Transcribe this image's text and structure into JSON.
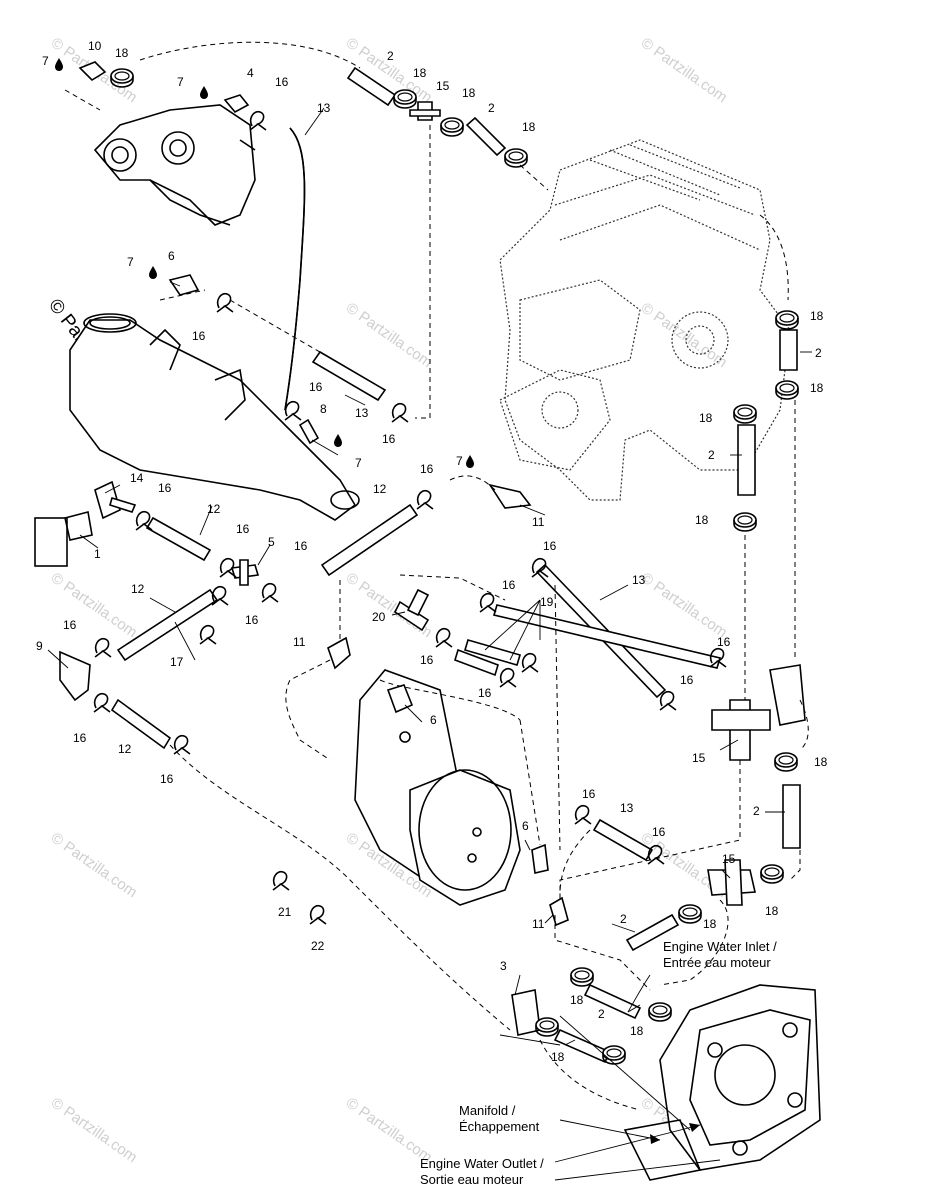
{
  "watermark": {
    "brand": "© Partzilla.com",
    "big_label": "© Partzilla.com"
  },
  "callouts": {
    "n1": "1",
    "n2": "2",
    "n3": "3",
    "n4": "4",
    "n5": "5",
    "n6": "6",
    "n7": "7",
    "n8": "8",
    "n9": "9",
    "n10": "10",
    "n11": "11",
    "n12": "12",
    "n13": "13",
    "n14": "14",
    "n15": "15",
    "n16": "16",
    "n17": "17",
    "n18": "18",
    "n19": "19",
    "n20": "20",
    "n21": "21",
    "n22": "22"
  },
  "captions": {
    "engine_water_inlet": "Engine Water Inlet /",
    "entree_eau_moteur": "Entrée eau moteur",
    "manifold": "Manifold /",
    "echappement": "Échappement",
    "engine_water_outlet": "Engine Water Outlet /",
    "sortie_eau_moteur": "Sortie eau moteur"
  },
  "symbols": {
    "drop": "drop-icon"
  }
}
